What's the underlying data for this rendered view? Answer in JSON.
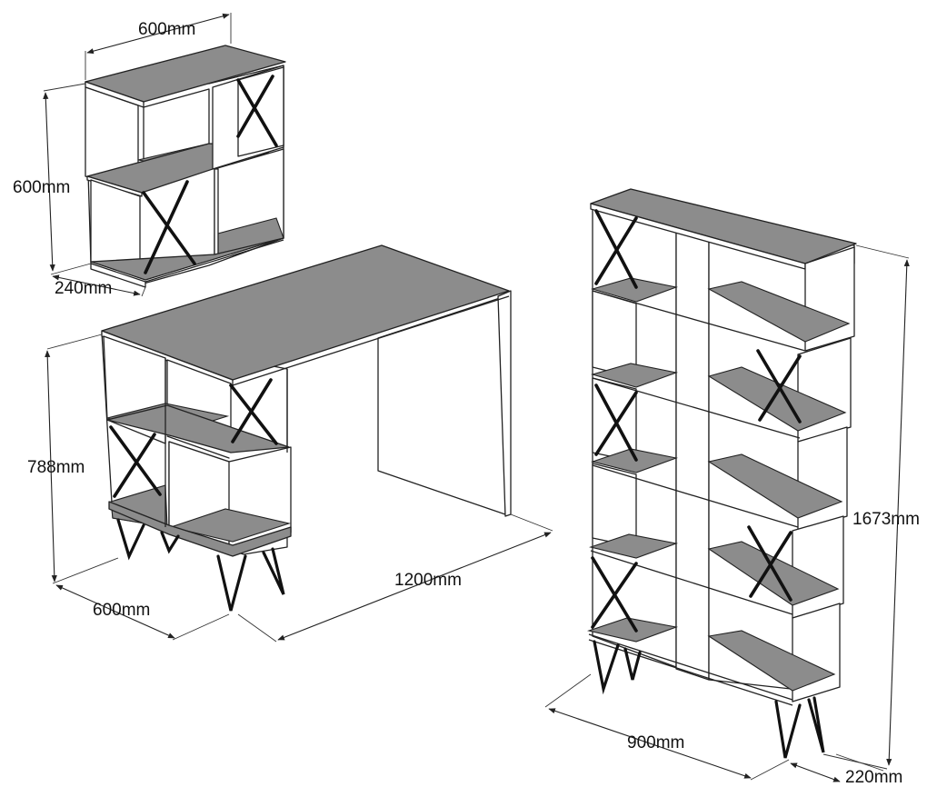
{
  "wall_shelf": {
    "width_label": "600mm",
    "height_label": "600mm",
    "depth_label": "240mm"
  },
  "desk": {
    "height_label": "788mm",
    "depth_label": "600mm",
    "width_label": "1200mm"
  },
  "bookcase": {
    "height_label": "1673mm",
    "width_label": "900mm",
    "depth_label": "220mm"
  },
  "colors": {
    "board_top": "#8c8c8c",
    "board_side": "#ffffff",
    "frame_metal": "#111111"
  }
}
